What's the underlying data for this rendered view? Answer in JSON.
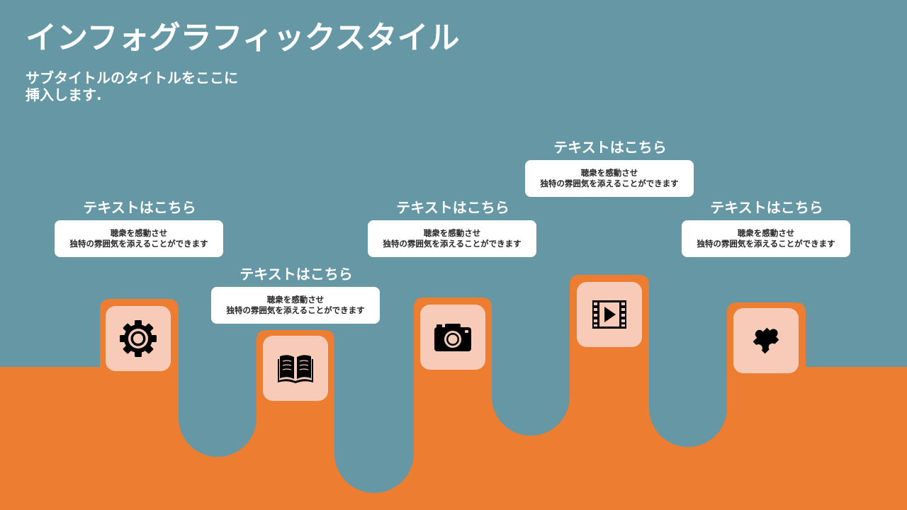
{
  "slide": {
    "title": "インフォグラフィックスタイル",
    "subtitle": "サブタイトルのタイトルをここに挿入します.",
    "colors": {
      "background": "#6597a5",
      "orange": "#ed7d31",
      "tile": "#f8cbb9",
      "box": "#ffffff",
      "icon": "#000000"
    }
  },
  "steps": [
    {
      "label": "テキストはこちら",
      "line1": "聴衆を感動させ",
      "line2": "独特の雰囲気を添えることができます",
      "icon": "gear-icon"
    },
    {
      "label": "テキストはこちら",
      "line1": "聴衆を感動させ",
      "line2": "独特の雰囲気を添えることができます",
      "icon": "book-icon"
    },
    {
      "label": "テキストはこちら",
      "line1": "聴衆を感動させ",
      "line2": "独特の雰囲気を添えることができます",
      "icon": "camera-icon"
    },
    {
      "label": "テキストはこちら",
      "line1": "聴衆を感動させ",
      "line2": "独特の雰囲気を添えることができます",
      "icon": "video-icon"
    },
    {
      "label": "テキストはこちら",
      "line1": "聴衆を感動させ",
      "line2": "独特の雰囲気を添えることができます",
      "icon": "puzzle-icon"
    }
  ]
}
